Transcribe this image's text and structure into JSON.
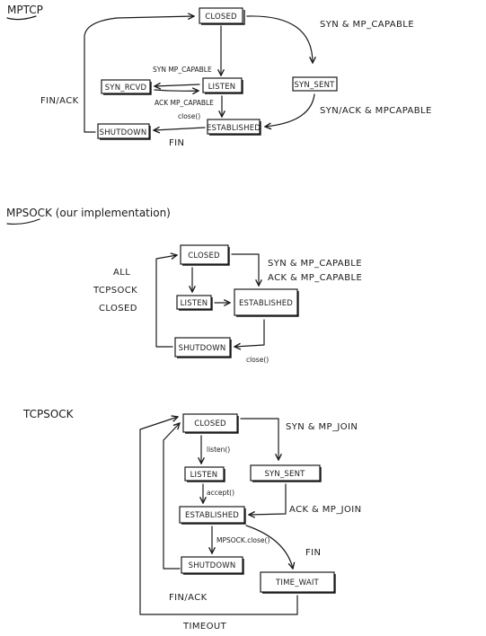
{
  "mptcp": {
    "heading": "MPTCP",
    "states": {
      "closed": "CLOSED",
      "syn_rcvd": "SYN_RCVD",
      "listen": "LISTEN",
      "syn_sent": "SYN_SENT",
      "shutdown": "SHUTDOWN",
      "established": "ESTABLISHED"
    },
    "labels": {
      "syn_mp_capable": "SYN & MP_CAPABLE",
      "syn_mp_capable_small": "SYN MP_CAPABLE",
      "ack_mp_capable": "ACK MP_CAPABLE",
      "finack": "FIN/ACK",
      "close": "close()",
      "synack_mp_capable": "SYN/ACK & MPCAPABLE",
      "fin": "FIN"
    }
  },
  "mpsock": {
    "heading": "MPSOCK (our implementation)",
    "states": {
      "closed": "CLOSED",
      "listen": "LISTEN",
      "established": "ESTABLISHED",
      "shutdown": "SHUTDOWN"
    },
    "labels": {
      "all": "ALL",
      "tcpsock": "TCPSOCK",
      "closed": "CLOSED",
      "syn_mp_capable": "SYN & MP_CAPABLE",
      "ack_mp_capable": "ACK & MP_CAPABLE",
      "close": "close()"
    }
  },
  "tcpsock": {
    "heading": "TCPSOCK",
    "states": {
      "closed": "CLOSED",
      "listen": "LISTEN",
      "syn_sent": "SYN_SENT",
      "established": "ESTABLISHED",
      "shutdown": "SHUTDOWN",
      "time_wait": "TIME_WAIT"
    },
    "labels": {
      "syn_mp_join": "SYN & MP_JOIN",
      "listen_call": "listen()",
      "accept_call": "accept()",
      "ack_mp_join": "ACK & MP_JOIN",
      "mpsock_close": "MPSOCK.close()",
      "fin": "FIN",
      "finack": "FIN/ACK",
      "timeout": "TIMEOUT"
    }
  }
}
